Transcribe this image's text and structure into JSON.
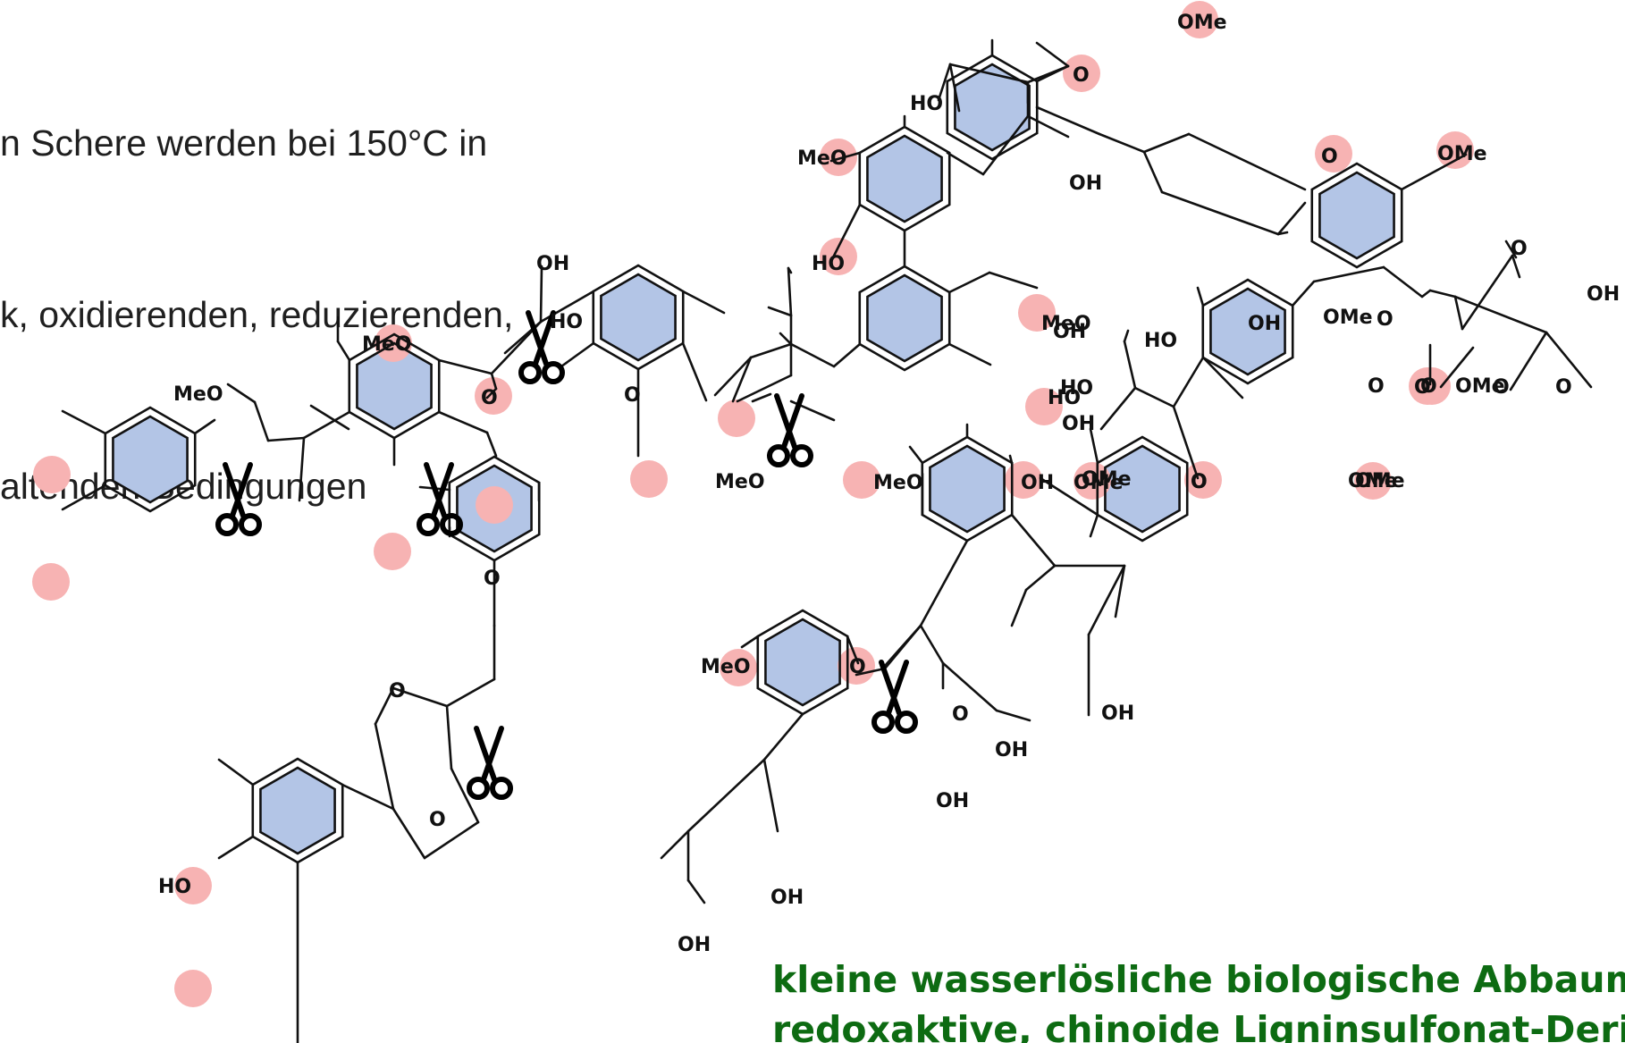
{
  "intro_lines": [
    "n Schere werden bei 150°C in",
    "k, oxidierenden, reduzierenden,",
    "altenden Bedingungen"
  ],
  "caption_lines": [
    "kleine wasserlösliche biologische Abbaumo",
    "redoxaktive, chinoide Ligninsulfonat-Deriva"
  ],
  "colors": {
    "ring_fill": "#b3c5e6",
    "highlight": "#f7b3b3",
    "caption": "#0d6b12"
  },
  "labels": [
    "OMe",
    "HO",
    "OH",
    "MeO",
    "HO",
    "O",
    "OMe",
    "O",
    "O",
    "OH",
    "OH",
    "MeO",
    "O",
    "HO",
    "MeO",
    "HO",
    "OH",
    "OMe",
    "OH",
    "O",
    "OMe",
    "O",
    "OMe",
    "O",
    "HO",
    "HO",
    "OMe",
    "O",
    "OMe",
    "O",
    "O",
    "OH",
    "O",
    "O",
    "MeO",
    "OH",
    "OMe",
    "O",
    "MeO",
    "O",
    "MeO",
    "O",
    "OH",
    "OH",
    "OH",
    "MeO",
    "HO",
    "OH",
    "OH",
    "O",
    "O",
    "O"
  ],
  "icons": [
    "scissors-icon"
  ]
}
